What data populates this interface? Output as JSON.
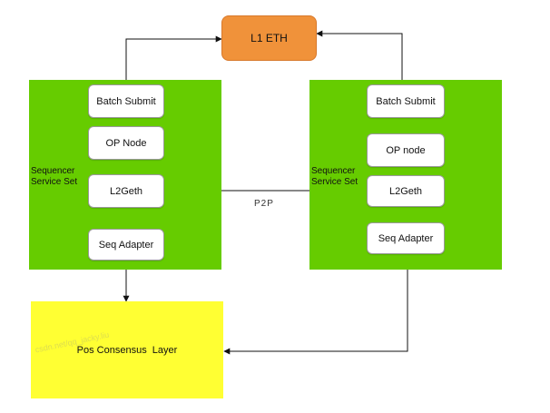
{
  "colors": {
    "service_set": "#66cc00",
    "l1": "#f0923a",
    "consensus": "#ffff33",
    "edge": "#111111"
  },
  "l1": {
    "label": "L1 ETH"
  },
  "left_set": {
    "title_line1": "Sequencer",
    "title_line2": "Service Set",
    "nodes": [
      "Batch Submit",
      "OP Node",
      "L2Geth",
      "Seq Adapter"
    ]
  },
  "right_set": {
    "title_line1": "Sequencer",
    "title_line2": "Service Set",
    "nodes": [
      "Batch Submit",
      "OP node",
      "L2Geth",
      "Seq Adapter"
    ]
  },
  "p2p_label": "P2P",
  "consensus": {
    "label": "Pos Consensus  Layer"
  },
  "watermark": "csdn.net/qq_jacky.liu"
}
